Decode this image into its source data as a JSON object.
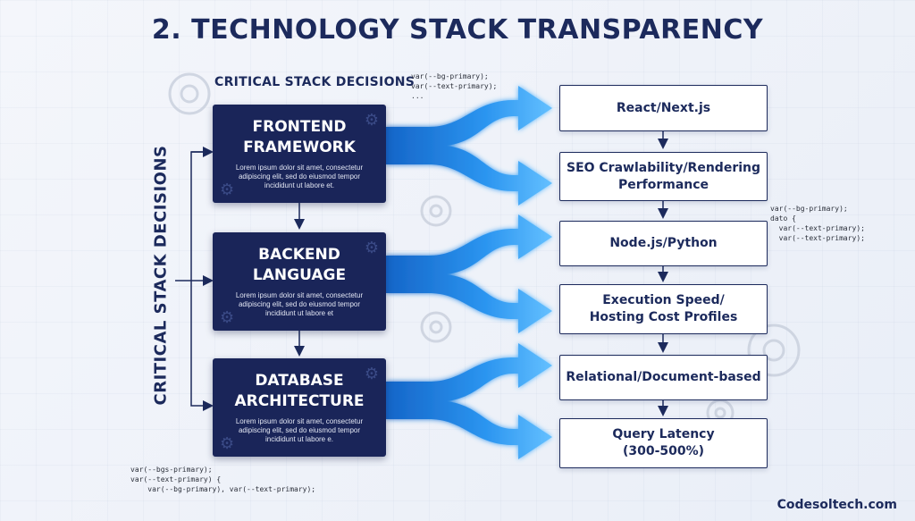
{
  "title": "2. TECHNOLOGY STACK TRANSPARENCY",
  "top_label": "CRITICAL STACK DECISIONS",
  "side_label": "CRITICAL STACK DECISIONS",
  "code_snippets": {
    "top": "var(--bg-primary);\nvar(--text-primary);\n...",
    "right": "var(--bg-primary);\ndato {\n  var(--text-primary);\n  var(--text-primary);",
    "bottom_left": "var(--bgs-primary);\nvar(--text-primary) {\n    var(--bg-primary), var(--text-primary);"
  },
  "decisions": [
    {
      "title_line1": "FRONTEND",
      "title_line2": "FRAMEWORK",
      "desc_line1": "Lorem ipsum dolor sit amet, consectetur",
      "desc_line2": "adipiscing elit, sed do eiusmod tempor",
      "desc_line3": "incididunt ut labore et."
    },
    {
      "title_line1": "BACKEND",
      "title_line2": "LANGUAGE",
      "desc_line1": "Lorem ipsum dolor sit amet, consectetur",
      "desc_line2": "adipiscing elit, sed do eiusmod tempor",
      "desc_line3": "incididunt ut labore et"
    },
    {
      "title_line1": "DATABASE",
      "title_line2": "ARCHITECTURE",
      "desc_line1": "Lorem ipsum dolor sit amet, consectetur",
      "desc_line2": "adipiscing elit, sed do eiusmod tempor",
      "desc_line3": "incididunt ut labore e."
    }
  ],
  "outcomes": [
    {
      "line1": "React/Next.js",
      "line2": ""
    },
    {
      "line1": "SEO Crawlability/Rendering",
      "line2": "Performance"
    },
    {
      "line1": "Node.js/Python",
      "line2": ""
    },
    {
      "line1": "Execution Speed/",
      "line2": "Hosting Cost Profiles"
    },
    {
      "line1": "Relational/Document-based",
      "line2": ""
    },
    {
      "line1": "Query Latency",
      "line2": "(300-500%)"
    }
  ],
  "brand": "Codesoltech.com",
  "colors": {
    "navy": "#1a2559",
    "title": "#1c2a5c",
    "arrow_blue": "#1f8de8",
    "arrow_light": "#6fc2ff"
  },
  "icons": [
    "gear-icon"
  ]
}
